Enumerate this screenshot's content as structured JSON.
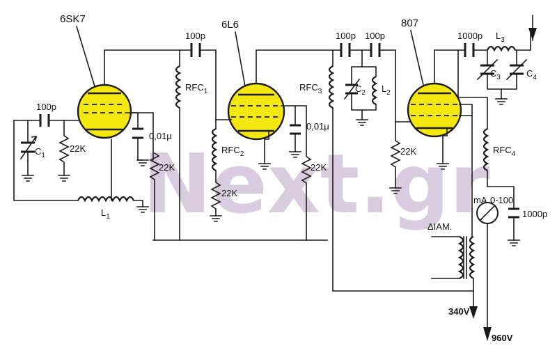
{
  "tubes": {
    "t1": "6SK7",
    "t2": "6L6",
    "t3": "807"
  },
  "caps": {
    "c100_in": "100p",
    "c100_a": "100p",
    "c100_b": "100p",
    "c100_c": "100p",
    "c1000_out": "1000p",
    "c1000_meter": "1000p",
    "c001_a": "0,01μ",
    "c001_b": "0,01μ",
    "c1_label": "C",
    "c1_sub": "1",
    "c2_label": "C",
    "c2_sub": "2",
    "c3_label": "C",
    "c3_sub": "3",
    "c4_label": "C",
    "c4_sub": "4"
  },
  "resistors": {
    "r1": "22K",
    "r2": "22K",
    "r3": "22K",
    "r4": "22K",
    "r5": "22K"
  },
  "chokes": {
    "rfc1": "RFC",
    "rfc1_sub": "1",
    "rfc2": "RFC",
    "rfc2_sub": "2",
    "rfc3": "RFC",
    "rfc3_sub": "3",
    "rfc4": "RFC",
    "rfc4_sub": "4"
  },
  "inductors": {
    "l1": "L",
    "l1_sub": "1",
    "l2": "L",
    "l2_sub": "2",
    "l3": "L",
    "l3_sub": "3"
  },
  "meter": {
    "unit": "mA",
    "range": "0-100"
  },
  "modulator": "ΔIAM.",
  "supply": {
    "low": "340V",
    "high": "960V"
  },
  "watermark": "Next.gr",
  "colors": {
    "tube_fill": "#f4e60f",
    "watermark": "#d8ccde"
  }
}
